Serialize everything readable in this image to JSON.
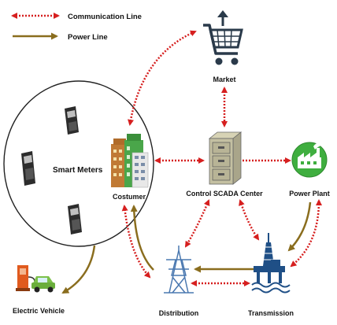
{
  "legend": {
    "communication_label": "Communication Line",
    "power_label": "Power Line"
  },
  "colors": {
    "communication": "#d61f1f",
    "power": "#8a6d1e"
  },
  "nodes": {
    "market": {
      "label": "Market",
      "icon": "shopping-cart-icon"
    },
    "costumer": {
      "label": "Costumer",
      "icon": "buildings-icon"
    },
    "scada": {
      "label": "Control SCADA Center",
      "icon": "filing-cabinet-icon"
    },
    "power_plant": {
      "label": "Power Plant",
      "icon": "factory-leaf-icon"
    },
    "smart_meters": {
      "label": "Smart Meters",
      "icon": "smart-meter-icon"
    },
    "electric_vehicle": {
      "label": "Electric Vehicle",
      "icon": "ev-charger-icon"
    },
    "distribution": {
      "label": "Distribution",
      "icon": "transmission-tower-icon"
    },
    "transmission": {
      "label": "Transmission",
      "icon": "offshore-platform-icon"
    }
  }
}
